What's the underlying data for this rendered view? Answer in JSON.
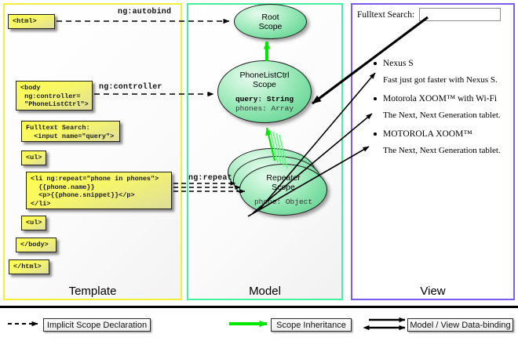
{
  "columns": [
    {
      "id": "template",
      "label": "Template",
      "border_color": "#f2ef3a"
    },
    {
      "id": "model",
      "label": "Model",
      "border_color": "#46f0a0"
    },
    {
      "id": "view",
      "label": "View",
      "border_color": "#7b5cf0"
    }
  ],
  "template": {
    "boxes": [
      {
        "name": "html-open-tag",
        "text": "<html>"
      },
      {
        "name": "body-controller-tag",
        "text": "<body\n ng:controller=\n \"PhoneListCtrl\">"
      },
      {
        "name": "fulltext-search-input-markup",
        "text": "Fulltext Search:\n  <input name=\"query\">"
      },
      {
        "name": "ul-open-tag",
        "text": "<ul>"
      },
      {
        "name": "li-ngrepeat-markup",
        "text": "<li ng:repeat=\"phone in phones\">\n  {{phone.name}}\n  <p>{{phone.snippet}}</p>\n</li>"
      },
      {
        "name": "ul-close-tag",
        "text": "<ul>"
      },
      {
        "name": "body-close-tag",
        "text": "</body>"
      },
      {
        "name": "html-close-tag",
        "text": "</html>"
      }
    ]
  },
  "model": {
    "scopes": [
      {
        "name": "root-scope",
        "title": "Root\nScope",
        "title_lines": [
          "Root",
          "Scope"
        ],
        "props": []
      },
      {
        "name": "phonelistctrl-scope",
        "title_lines": [
          "PhoneListCtrl",
          "Scope"
        ],
        "props": [
          {
            "label": "query: String",
            "bold": true
          },
          {
            "label": "phones: Array",
            "bold": false
          }
        ]
      },
      {
        "name": "repeater-scope",
        "title_lines": [
          "Repeater",
          "Scope"
        ],
        "props": [
          {
            "label": "phone: Object",
            "bold": false
          }
        ]
      }
    ]
  },
  "arrow_labels": [
    {
      "name": "ng-autobind-label",
      "text": "ng:autobind"
    },
    {
      "name": "ng-controller-label",
      "text": "ng:controller"
    },
    {
      "name": "ng-repeat-label",
      "text": "ng:repeat"
    }
  ],
  "view": {
    "search_label": "Fulltext Search:",
    "search_value": "",
    "search_placeholder": "",
    "items": [
      {
        "name": "Nexus S",
        "snippet": "Fast just got faster with Nexus S."
      },
      {
        "name": "Motorola XOOM™  with Wi-Fi",
        "snippet": "The Next, Next Generation tablet."
      },
      {
        "name": "MOTOROLA XOOM™",
        "snippet": "The Next, Next Generation tablet."
      }
    ]
  },
  "legend": [
    {
      "name": "implicit-scope-declaration",
      "label": "Implicit Scope Declaration",
      "style": "dashed-arrow",
      "color": "#000000"
    },
    {
      "name": "scope-inheritance",
      "label": "Scope Inheritance",
      "style": "solid-green-arrow",
      "color": "#00e000"
    },
    {
      "name": "model-view-data-binding",
      "label": "Model / View Data-binding",
      "style": "double-arrow",
      "color": "#000000"
    }
  ]
}
